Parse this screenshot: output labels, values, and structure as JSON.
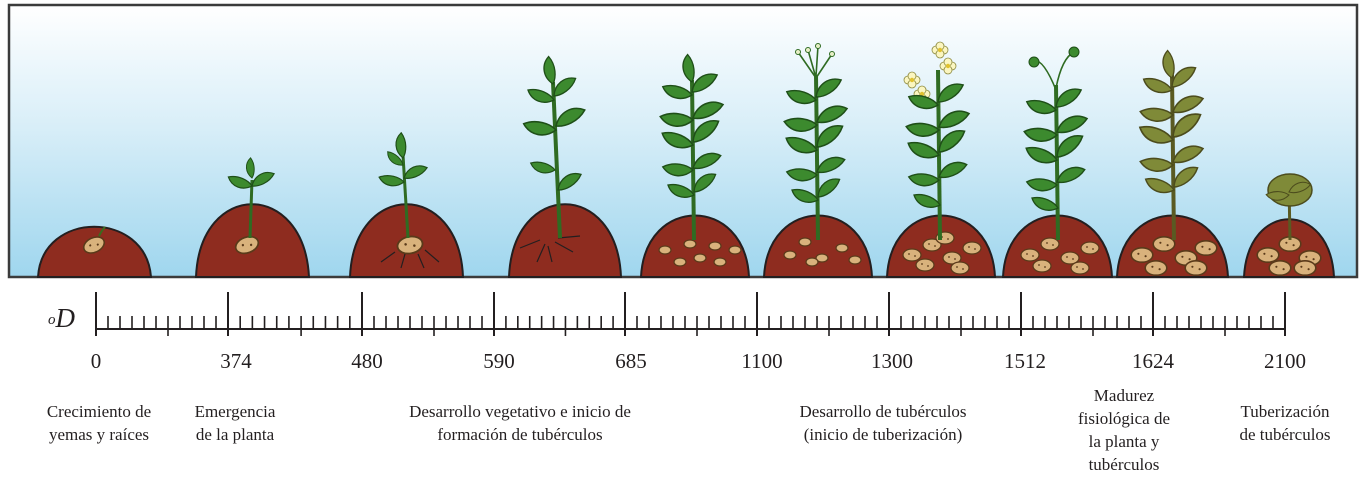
{
  "scale": {
    "unit_prefix": "o",
    "unit_symbol": "D",
    "values": [
      "0",
      "374",
      "480",
      "590",
      "685",
      "1100",
      "1300",
      "1512",
      "1624",
      "2100"
    ]
  },
  "stages": [
    {
      "line1": "Crecimiento de",
      "line2": "yemas y raíces"
    },
    {
      "line1": "Emergencia",
      "line2": "de la planta"
    },
    {
      "line1": "Desarrollo vegetativo e inicio de",
      "line2": "formación de tubérculos"
    },
    {
      "line1": "Desarrollo de tubérculos",
      "line2": "(inicio de tuberización)"
    },
    {
      "line1": "Madurez",
      "line2": "fisiológica de",
      "line3": "la planta y",
      "line4": "tubérculos"
    },
    {
      "line1": "Tuberización",
      "line2": "de tubérculos"
    }
  ],
  "plants": [
    {
      "stage": "seed-tuber"
    },
    {
      "stage": "emergence"
    },
    {
      "stage": "young-plant"
    },
    {
      "stage": "vegetative"
    },
    {
      "stage": "tuber-initiation"
    },
    {
      "stage": "flower-buds"
    },
    {
      "stage": "flowering"
    },
    {
      "stage": "berries"
    },
    {
      "stage": "senescence"
    },
    {
      "stage": "dead-foliage"
    }
  ],
  "colors": {
    "sky_top": "#9fd6ee",
    "sky_bottom": "#ffffff",
    "soil": "#8e2c1f",
    "tuber": "#d9b27c",
    "leaf": "#3c8a2e",
    "leaf_dark": "#1f4f18",
    "flower": "#fbf6c0",
    "senescent": "#8a8a3a"
  }
}
